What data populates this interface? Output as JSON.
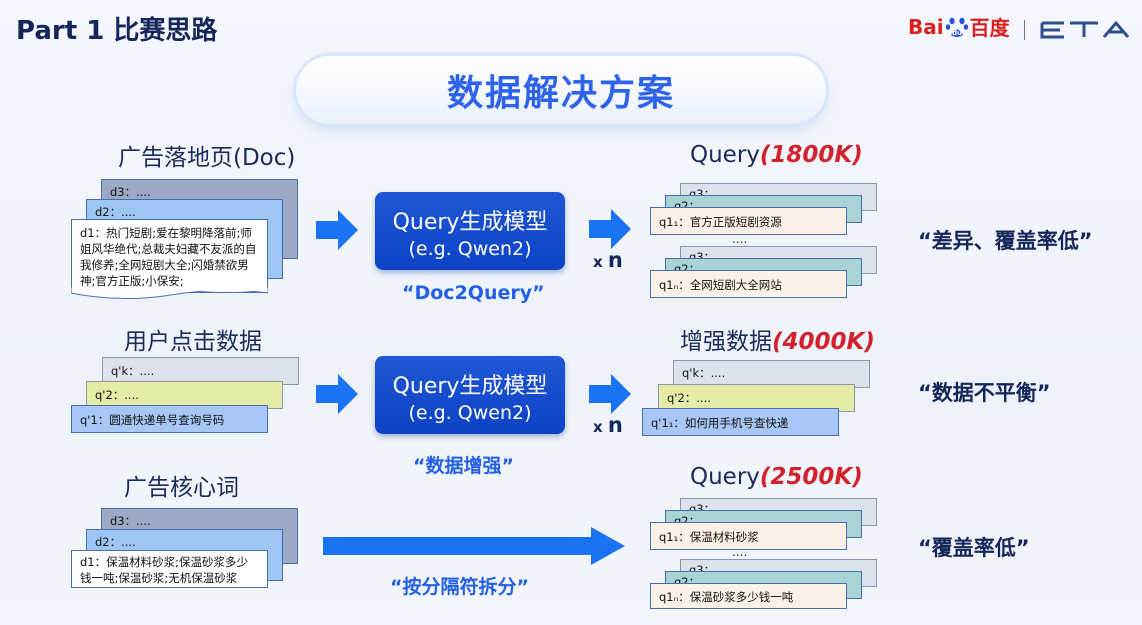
{
  "header": {
    "title": "Part 1  比赛思路",
    "logo_baidu": "Bai百度",
    "logo_eta": "ETA"
  },
  "main_title": "数据解决方案",
  "rows": [
    {
      "source_label": "广告落地页(Doc)",
      "cards": [
        "d3：....",
        "d2：....",
        "d1：热门短剧;爱在黎明降落前;师姐风华绝代;总裁夫妇藏不友派的自我修养;全网短剧大全;闪婚禁欲男神;官方正版;小保安;"
      ],
      "model_l1": "Query生成模型",
      "model_l2": "(e.g. Qwen2)",
      "method": "“Doc2Query”",
      "multiplier": "x",
      "multiplier_n": "n",
      "output_label": "Query",
      "output_count": "(1800K)",
      "outputs_top": [
        "q3：",
        "q2：",
        "q1₁：官方正版短剧资源"
      ],
      "dots": "....",
      "outputs_bottom": [
        "q3：",
        "q2：",
        "q1ₙ：全网短剧大全网站"
      ],
      "issue": "“差异、覆盖率低”"
    },
    {
      "source_label": "用户点击数据",
      "cards": [
        "q'k：....",
        "q'2：....",
        "q'1：圆通快递单号查询号码"
      ],
      "model_l1": "Query生成模型",
      "model_l2": "(e.g. Qwen2)",
      "method": "“数据增强”",
      "multiplier": "x",
      "multiplier_n": "n",
      "output_label": "增强数据",
      "output_count": "(4000K)",
      "outputs": [
        "q'k：....",
        "q'2：....",
        "q'1₁：如何用手机号查快递"
      ],
      "issue": "“数据不平衡”"
    },
    {
      "source_label": "广告核心词",
      "cards": [
        "d3：....",
        "d2：....",
        "d1：保温材料砂浆;保温砂浆多少钱一吨;保温砂浆;无机保温砂浆"
      ],
      "method": "“按分隔符拆分”",
      "output_label": "Query",
      "output_count": "(2500K)",
      "outputs_top": [
        "q3：",
        "q2：",
        "q1₁：保温材料砂浆"
      ],
      "dots": "....",
      "outputs_bottom": [
        "q3：",
        "q2：",
        "q1ₙ：保温砂浆多少钱一吨"
      ],
      "issue": "“覆盖率低”"
    }
  ],
  "colors": {
    "accent": "#2e63ea",
    "model": "#0c43c4",
    "red": "#d2222e",
    "arrow": "#1a73f0"
  }
}
